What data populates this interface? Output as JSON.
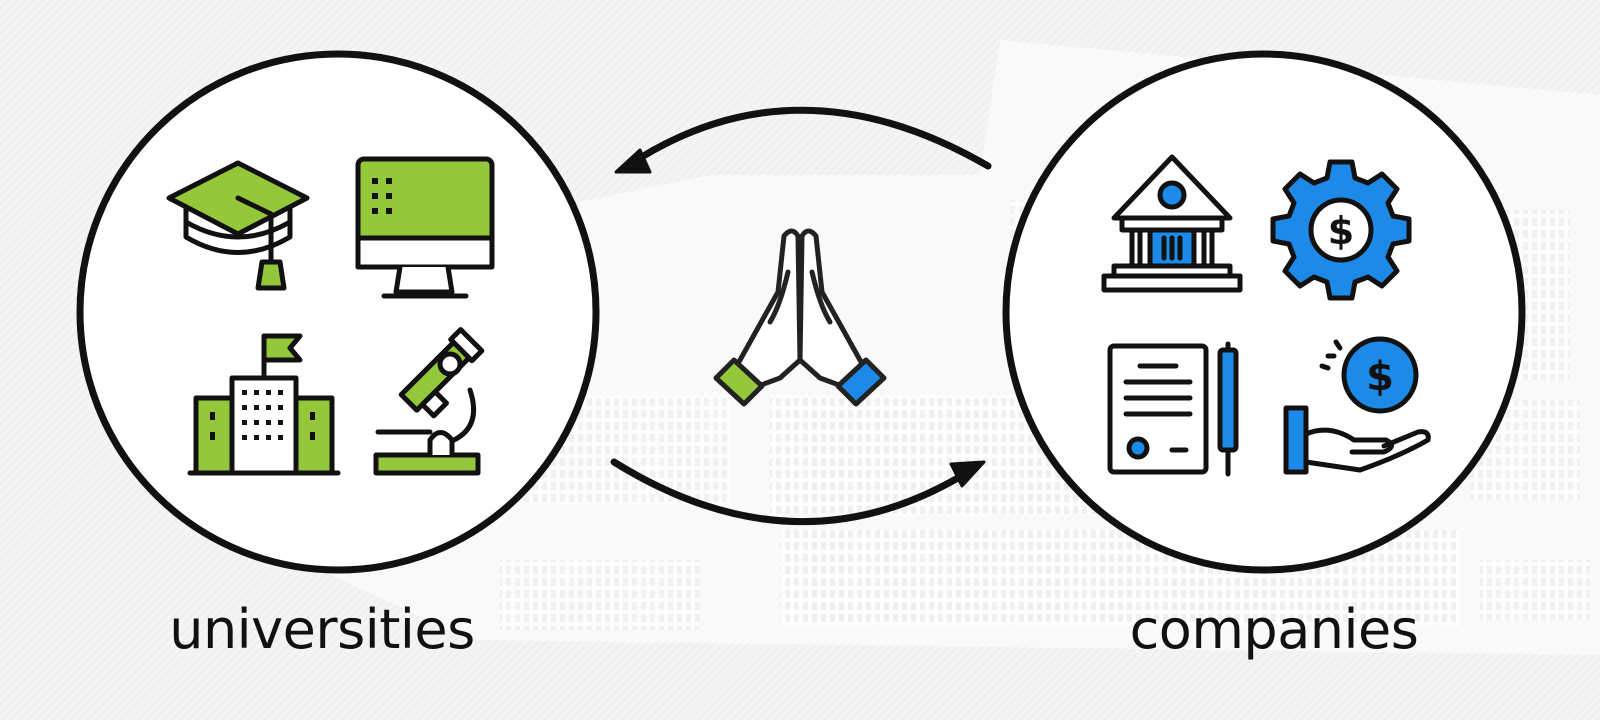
{
  "left_group": {
    "label": "universities"
  },
  "right_group": {
    "label": "companies"
  },
  "colors": {
    "university_accent": "#94c73a",
    "company_accent": "#1d8ae8",
    "outline": "#111111"
  },
  "icons": {
    "left": [
      "graduation-cap-icon",
      "desktop-monitor-icon",
      "campus-building-icon",
      "microscope-icon"
    ],
    "right": [
      "bank-icon",
      "money-gear-icon",
      "contract-pen-icon",
      "hand-coin-icon"
    ],
    "center": "praying-hands-icon"
  },
  "arrows": [
    "companies-to-universities",
    "universities-to-companies"
  ]
}
